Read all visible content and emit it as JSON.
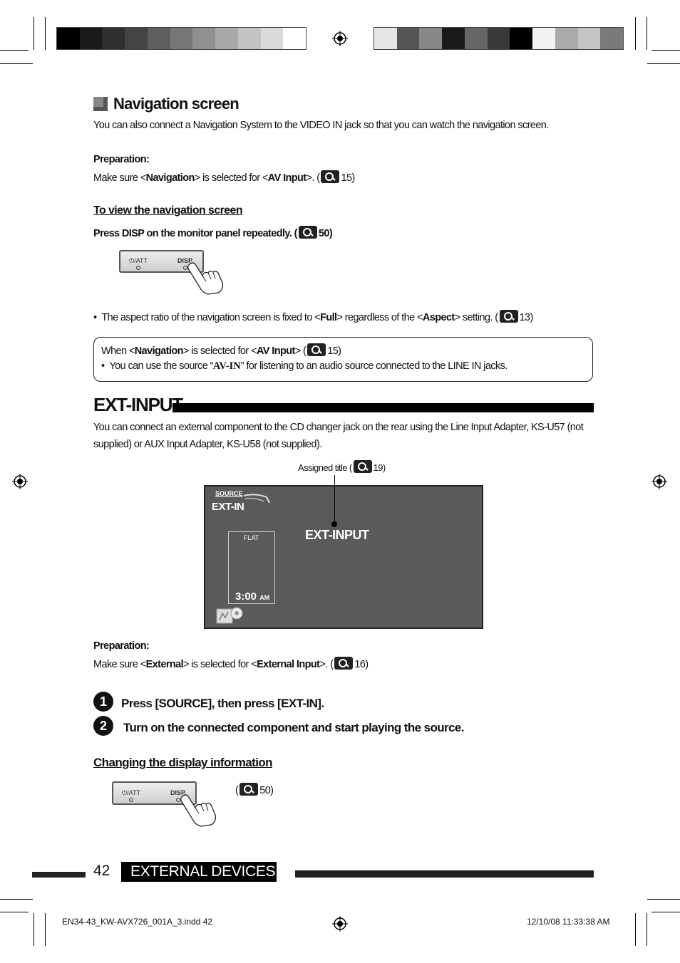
{
  "nav": {
    "title": "Navigation screen",
    "intro": "You can also connect a Navigation System to the VIDEO IN jack so that you can watch the navigation screen.",
    "prep_label": "Preparation:",
    "prep_pre": "Make sure <",
    "prep_b1": "Navigation",
    "prep_mid": "> is selected for <",
    "prep_b2": "AV Input",
    "prep_post": ">. (",
    "prep_ref": "15)",
    "view_title": "To view the navigation screen",
    "press_text": "Press DISP on the monitor panel repeatedly. (",
    "press_ref": "50)",
    "bullet_pre": "The aspect ratio of the navigation screen is fixed to <",
    "bullet_b1": "Full",
    "bullet_mid": "> regardless of the <",
    "bullet_b2": "Aspect",
    "bullet_post": "> setting. (",
    "bullet_ref": "13)",
    "box_pre": "When <",
    "box_b1": "Navigation",
    "box_mid": "> is selected for <",
    "box_b2": "AV Input",
    "box_post": "> (",
    "box_ref": "15)",
    "box_bullet_pre": "You can use the source “",
    "box_bullet_b": "AV-IN",
    "box_bullet_post": "” for listening to an audio source connected to the LINE IN jacks."
  },
  "panel": {
    "att": "⏻/ATT",
    "disp": "DISP"
  },
  "ext": {
    "title": "EXT-INPUT",
    "intro1": "You can connect an external component to the CD changer jack on the rear using the Line Input Adapter, KS-U57 (not",
    "intro2": "supplied) or AUX Input Adapter, KS-U58 (not supplied).",
    "assigned_pre": "Assigned title (",
    "assigned_ref": "19)",
    "screen_source": "SOURCE",
    "screen_extin": "EXT-IN",
    "screen_flat": "FLAT",
    "screen_title": "EXT-INPUT",
    "screen_time": "3:00",
    "screen_ampm": "AM",
    "prep_label": "Preparation:",
    "prep_pre": "Make sure <",
    "prep_b1": "External",
    "prep_mid": "> is selected for <",
    "prep_b2": "External Input",
    "prep_post": ">. (",
    "prep_ref": "16)",
    "step1_num": "1",
    "step1": "Press [SOURCE], then press [EXT-IN].",
    "step2_num": "2",
    "step2": "Turn on the connected component and start playing the source.",
    "change_title": "Changing the display information",
    "change_pre": "(",
    "change_ref": "50)"
  },
  "footer": {
    "page": "42",
    "section": "EXTERNAL DEVICES",
    "file": "EN34-43_KW-AVX726_001A_3.indd   42",
    "date": "12/10/08   11:33:38 AM"
  },
  "colors": {
    "accent": "#000000",
    "screen_bg": "#5a5a5a"
  }
}
